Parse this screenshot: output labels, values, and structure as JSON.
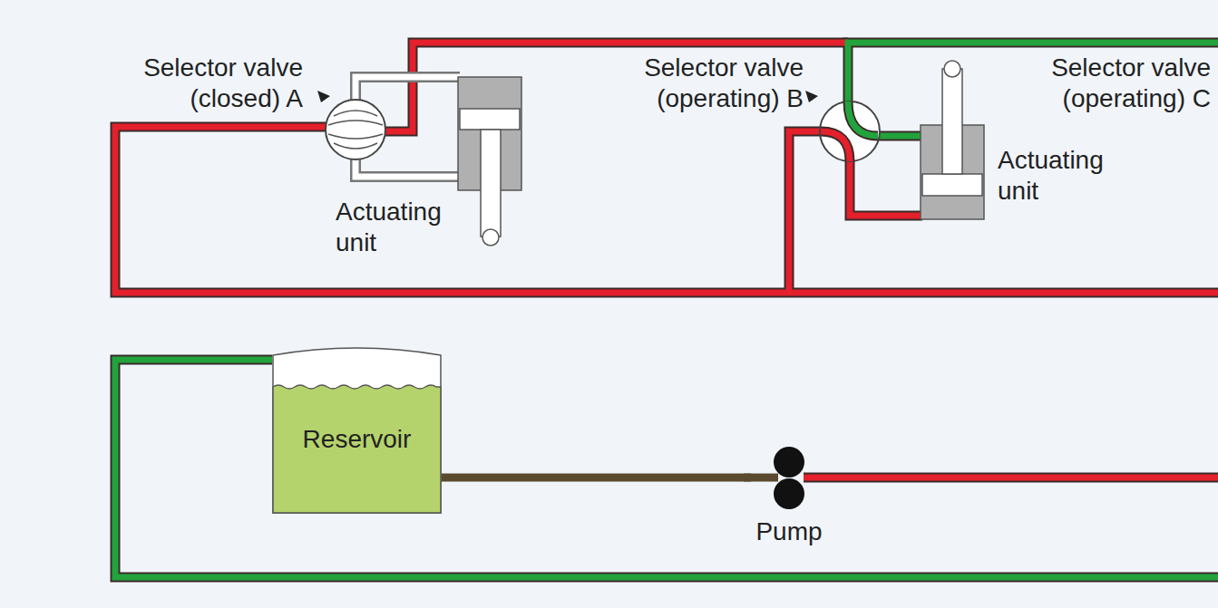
{
  "diagram": {
    "nodes": [
      {
        "text": [
          "Reservoir"
        ]
      },
      {
        "text": [
          "Pump"
        ]
      }
    ],
    "edges": [
      {
        "from": 0,
        "to": 1,
        "arrow": "none"
      }
    ],
    "labels": [
      "Selector valve (closed) A",
      "Actuating unit",
      "Selector valve (operating) B",
      "Actuating unit",
      "Selector valve (operating) C"
    ]
  }
}
